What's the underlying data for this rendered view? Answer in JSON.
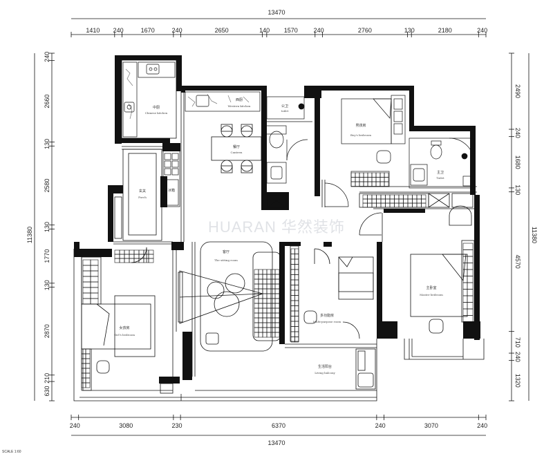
{
  "dimensions": {
    "top_total": "13470",
    "top_segments": [
      "1410",
      "240",
      "1670",
      "240",
      "2650",
      "140",
      "1570",
      "240",
      "2760",
      "130",
      "2180",
      "240"
    ],
    "bottom_total": "13470",
    "bottom_segments": [
      "240",
      "3080",
      "230",
      "6370",
      "240",
      "3070",
      "240"
    ],
    "left_total": "11380",
    "left_segments": [
      "240",
      "2660",
      "130",
      "2580",
      "130",
      "1770",
      "130",
      "2870",
      "210",
      "630"
    ],
    "right_total": "11380",
    "right_segments": [
      "2490",
      "240",
      "1680",
      "130",
      "4570",
      "710",
      "240",
      "1320"
    ]
  },
  "rooms": {
    "kitchen": {
      "cn": "中厨",
      "en": "Chinese kitchen"
    },
    "western_kitchen": {
      "cn": "西厨",
      "en": "Western kitchen"
    },
    "canteen": {
      "cn": "餐厅",
      "en": "Canteen"
    },
    "toilet_a": {
      "cn": "公卫",
      "en": "toilet"
    },
    "boys_bedroom": {
      "cn": "男孩房",
      "en": "Boy's bedroom"
    },
    "toilet_b": {
      "cn": "主卫",
      "en": "Toilet"
    },
    "porch": {
      "cn": "玄关",
      "en": "Porch"
    },
    "sitting_room": {
      "cn": "客厅",
      "en": "The sitting room"
    },
    "girls_bedroom": {
      "cn": "女孩房",
      "en": "Girl's bedroom"
    },
    "multi_purpose": {
      "cn": "多功能房",
      "en": "Multi-purpose room"
    },
    "master_bedroom": {
      "cn": "主卧室",
      "en": "Master bedroom"
    },
    "living_balcony": {
      "cn": "生活阳台",
      "en": "Living balcony"
    },
    "appliance": {
      "cn": "冰箱"
    }
  },
  "watermark": "HUARAN 华然装饰",
  "scale_note": "SCALE 1:60"
}
